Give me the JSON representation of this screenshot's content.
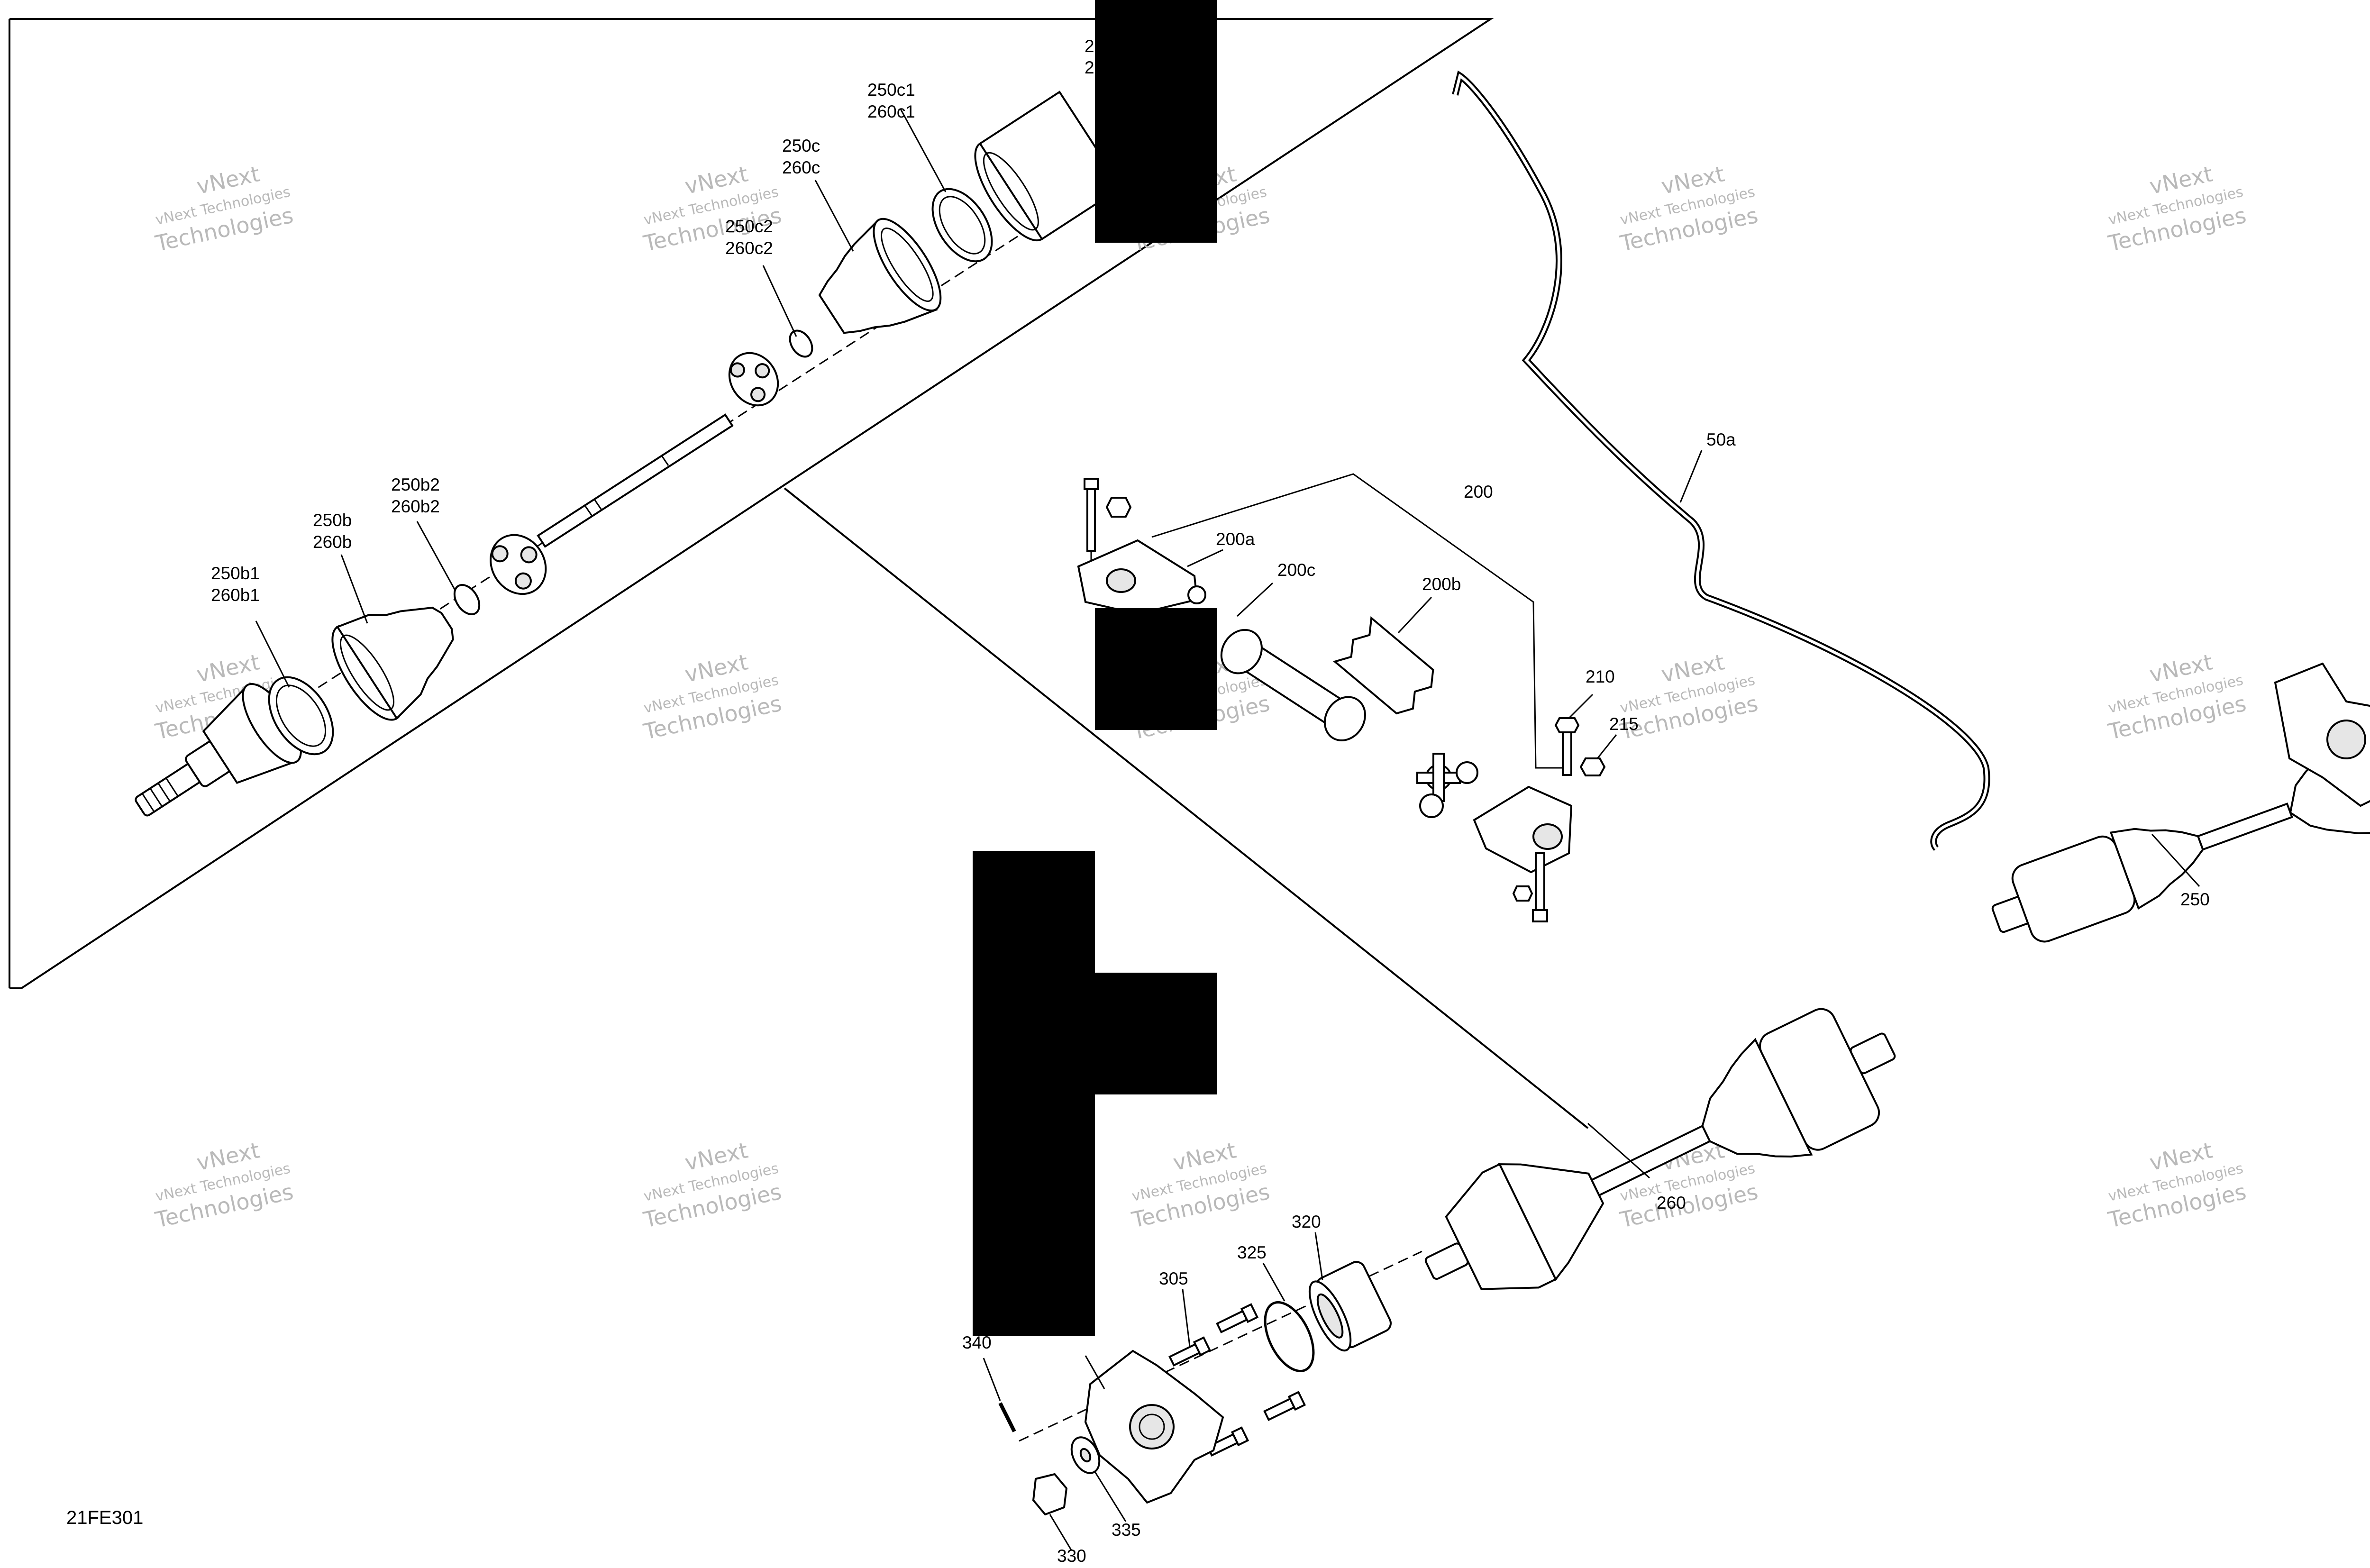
{
  "callouts": {
    "c50a": "50a",
    "c200": "200",
    "c200a": "200a",
    "c200b": "200b",
    "c200c": "200c",
    "c210": "210",
    "c215": "215",
    "c250": "250",
    "c250b_1": "250b",
    "c250b_2": "260b",
    "c250b1_1": "250b1",
    "c250b1_2": "260b1",
    "c250b2_1": "250b2",
    "c250b2_2": "260b2",
    "c250c_1": "250c",
    "c250c_2": "260c",
    "c250c1_1": "250c1",
    "c250c1_2": "260c1",
    "c250c2_1": "250c2",
    "c250c2_2": "260c2",
    "c260": "260",
    "c305": "305",
    "c320": "320",
    "c325": "325",
    "c330": "330",
    "c335": "335",
    "c340": "340"
  },
  "partial_label": "2",
  "drawing_code": "21FE301",
  "watermark": {
    "line1": "vNext Technologies",
    "line2": "Technologies",
    "overlay": "vNext"
  },
  "colors": {
    "ink": "#000000",
    "watermark": "#b9b9b9",
    "background": "#ffffff"
  }
}
